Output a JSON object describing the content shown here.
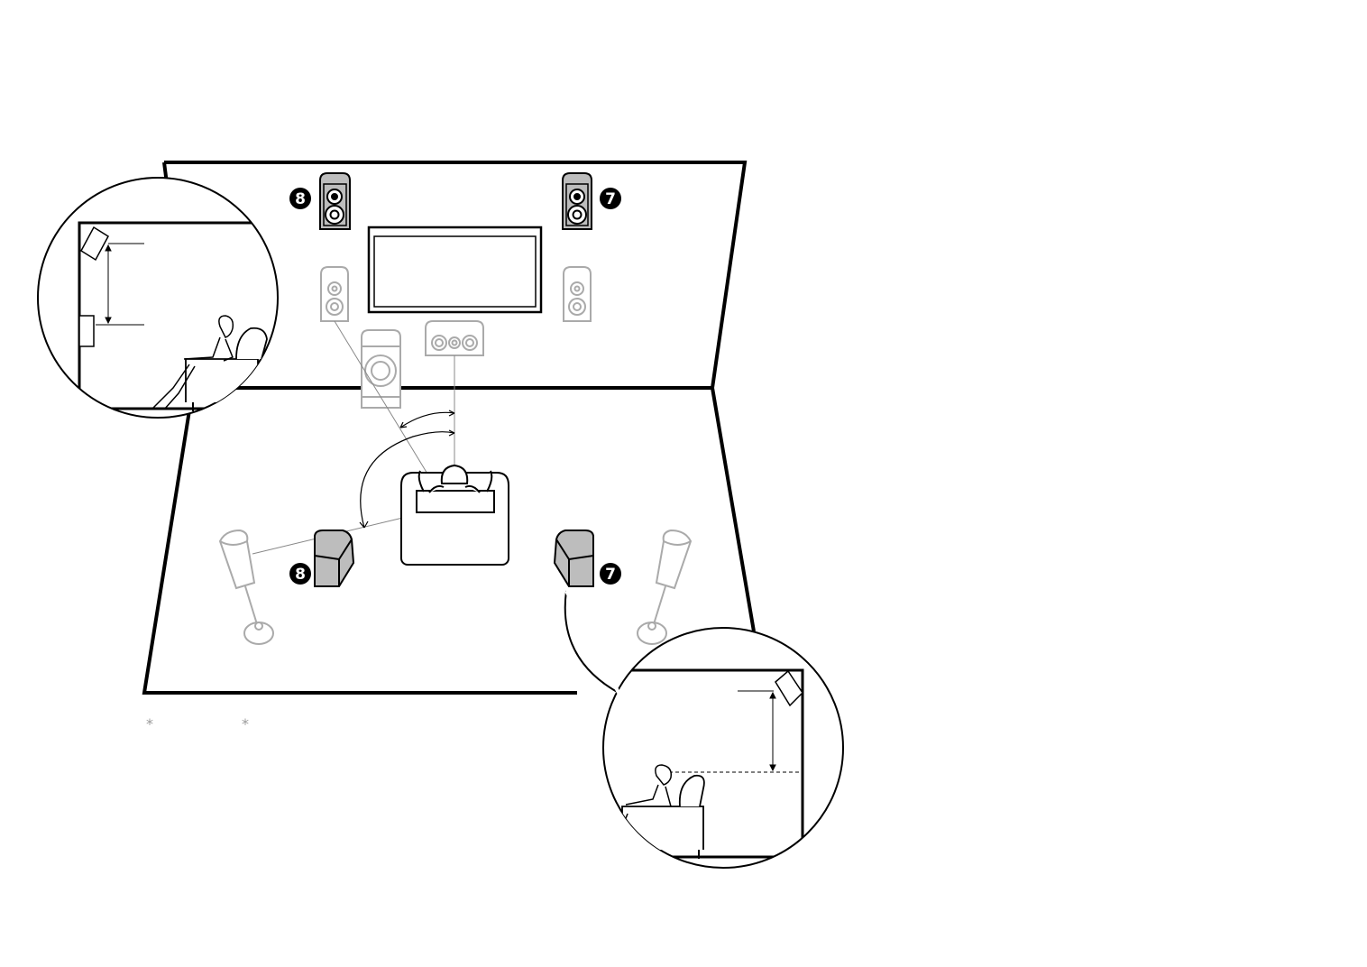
{
  "badges": {
    "front_high_left": "8",
    "front_high_right": "7",
    "surround_back_left": "8",
    "surround_back_right": "7"
  },
  "notes": {
    "asterisk_1": "*",
    "asterisk_2": "*"
  },
  "colors": {
    "line": "#000000",
    "muted_speaker": "#aaaaaa",
    "highlighted_speaker_fill": "#bdbdbd",
    "background": "#ffffff"
  }
}
